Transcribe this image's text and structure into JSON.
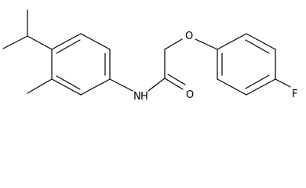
{
  "molecule": {
    "atoms": {
      "nitrogen": "N",
      "hydrogen": "H",
      "carbonyl_oxygen": "O",
      "ether_oxygen": "O",
      "fluorine": "F"
    },
    "colors": {
      "bond": "#000000",
      "label": "#000000",
      "background": "#ffffff"
    }
  }
}
